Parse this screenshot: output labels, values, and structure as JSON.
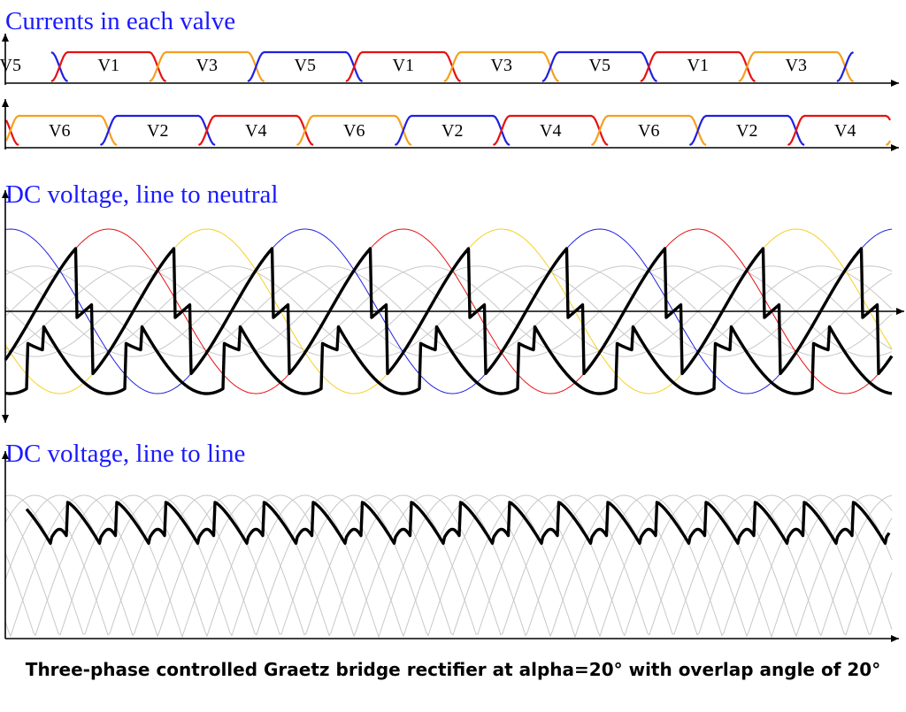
{
  "sections": {
    "currents_title": "Currents in each valve",
    "ln_title": "DC voltage, line to neutral",
    "ll_title": "DC voltage, line to line"
  },
  "caption": "Three-phase controlled Graetz bridge rectifier at alpha=20° with overlap angle of 20°",
  "valves": {
    "top_row": [
      "V5",
      "V1",
      "V3",
      "V5",
      "V1",
      "V3",
      "V5",
      "V1",
      "V3"
    ],
    "bottom_row": [
      "V6",
      "V2",
      "V4",
      "V6",
      "V2",
      "V4",
      "V6",
      "V2",
      "V4"
    ]
  },
  "parameters": {
    "alpha_deg": 20,
    "overlap_deg": 20
  },
  "colors": {
    "phase_red": "#e81010",
    "phase_yellow": "#f5d020",
    "phase_blue": "#2020e0",
    "valve_orange": "#f5a020",
    "title_blue": "#1a1aff",
    "envelope": "#000000",
    "grid_gray": "#c8c8c8"
  }
}
